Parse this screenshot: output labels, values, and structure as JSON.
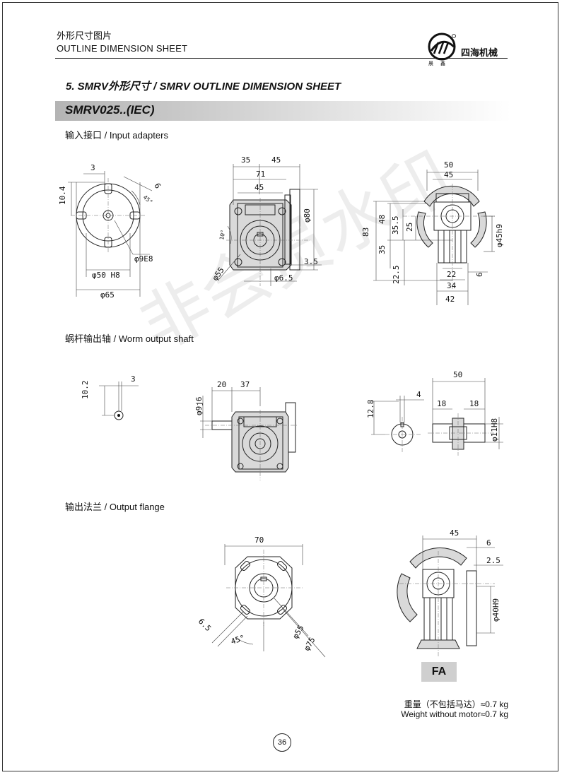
{
  "header": {
    "title_cn": "外形尺寸图片",
    "title_en": "OUTLINE DIMENSION SHEET",
    "brand": "四海机械",
    "logo_sub": "晨鑫"
  },
  "section_title": "5.  SMRV外形尺寸 / SMRV OUTLINE DIMENSION SHEET",
  "model_band": "SMRV025..(IEC)",
  "watermark": "非会员水印",
  "groups": {
    "input": "输入接口 / Input adapters",
    "worm": "蜗杆输出轴 / Worm output shaft",
    "flange": "输出法兰 / Output flange"
  },
  "dims": {
    "input_front": [
      "3",
      "10.4",
      "6",
      "45°",
      "φ9E8",
      "φ50 H8",
      "φ65"
    ],
    "input_side": [
      "35",
      "45",
      "71",
      "45",
      "φ80",
      "10°",
      "φ55",
      "3.5",
      "φ6.5"
    ],
    "input_right": [
      "50",
      "45",
      "83",
      "48",
      "35.5",
      "25",
      "35",
      "22.5",
      "φ45h9",
      "22",
      "34",
      "42",
      "6"
    ],
    "worm_small": [
      "10.2",
      "3"
    ],
    "worm_side": [
      "φ9j6",
      "20",
      "37"
    ],
    "worm_right": [
      "50",
      "12.8",
      "4",
      "18",
      "18",
      "φ11H8"
    ],
    "flange_front": [
      "70",
      "6.5",
      "45°",
      "φ55",
      "φ75"
    ],
    "flange_side": [
      "45",
      "6",
      "2.5",
      "φ40H9"
    ]
  },
  "fa_label": "FA",
  "weight": {
    "cn": "重量（不包括马达）≈0.7 kg",
    "en": "Weight without motor≈0.7 kg"
  },
  "page_number": "36"
}
